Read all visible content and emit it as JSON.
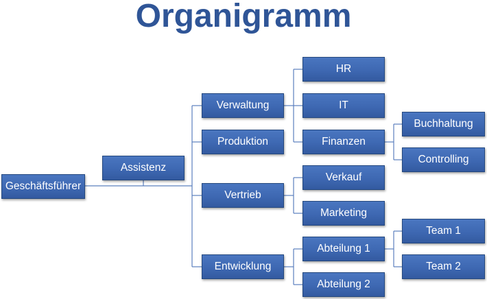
{
  "title": "Organigramm",
  "nodes": {
    "ceo": "Geschäftsführer",
    "assistant": "Assistenz",
    "admin": "Verwaltung",
    "production": "Produktion",
    "sales": "Vertrieb",
    "development": "Entwicklung",
    "hr": "HR",
    "it": "IT",
    "finance": "Finanzen",
    "accounting": "Buchhaltung",
    "controlling": "Controlling",
    "selling": "Verkauf",
    "marketing": "Marketing",
    "dept1": "Abteilung 1",
    "dept2": "Abteilung 2",
    "team1": "Team 1",
    "team2": "Team 2"
  },
  "colors": {
    "title": "#2f5597",
    "node": "#3e68b2",
    "line": "#5b7fbd"
  }
}
